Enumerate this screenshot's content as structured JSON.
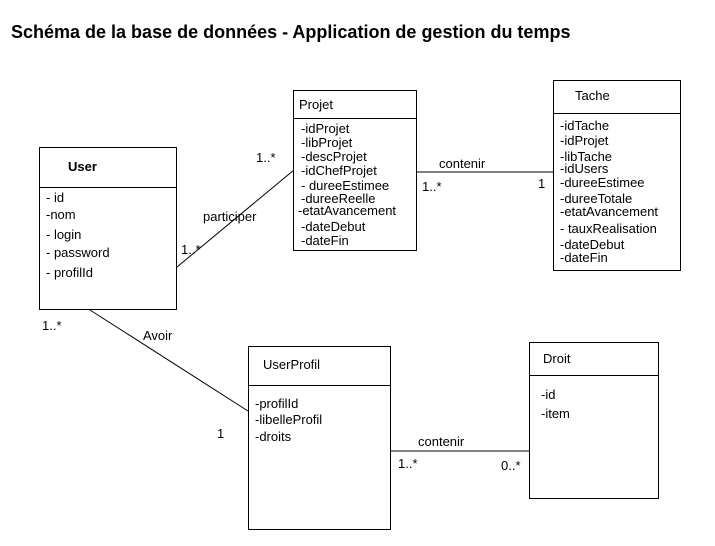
{
  "title": "Schéma de la base de données - Application de gestion du temps",
  "entities": {
    "user": {
      "name": "User",
      "attributes": [
        "- id",
        "-nom",
        " - login",
        " - password",
        " - profilId"
      ]
    },
    "projet": {
      "name": "Projet",
      "attributes": [
        "-idProjet",
        "-libProjet",
        " -descProjet",
        " -idChefProjet",
        " - dureeEstimee",
        "  -dureeReelle",
        "-etatAvancement",
        " -dateDebut",
        " -dateFin"
      ]
    },
    "tache": {
      "name": "Tache",
      "attributes": [
        "-idTache",
        "-idProjet",
        " -libTache",
        " -idUsers",
        " -dureeEstimee",
        "  -dureeTotale",
        " -etatAvancement",
        " - tauxRealisation",
        " -dateDebut",
        " -dateFin"
      ]
    },
    "userprofil": {
      "name": "UserProfil",
      "attributes": [
        "-profilId",
        " -libelleProfil",
        "-droits"
      ]
    },
    "droit": {
      "name": "Droit",
      "attributes": [
        "-id",
        "-item"
      ]
    }
  },
  "relations": {
    "participer": {
      "name": "participer",
      "mult_user": "1..*",
      "mult_projet": "1..*"
    },
    "contenir_projet_tache": {
      "name": "contenir",
      "mult_projet": "1..*",
      "mult_tache": "1"
    },
    "avoir": {
      "name": "Avoir",
      "mult_user": "1..*",
      "mult_userprofil": "1"
    },
    "contenir_profil_droit": {
      "name": "contenir",
      "mult_userprofil": "1..*",
      "mult_droit": "0..*"
    }
  }
}
